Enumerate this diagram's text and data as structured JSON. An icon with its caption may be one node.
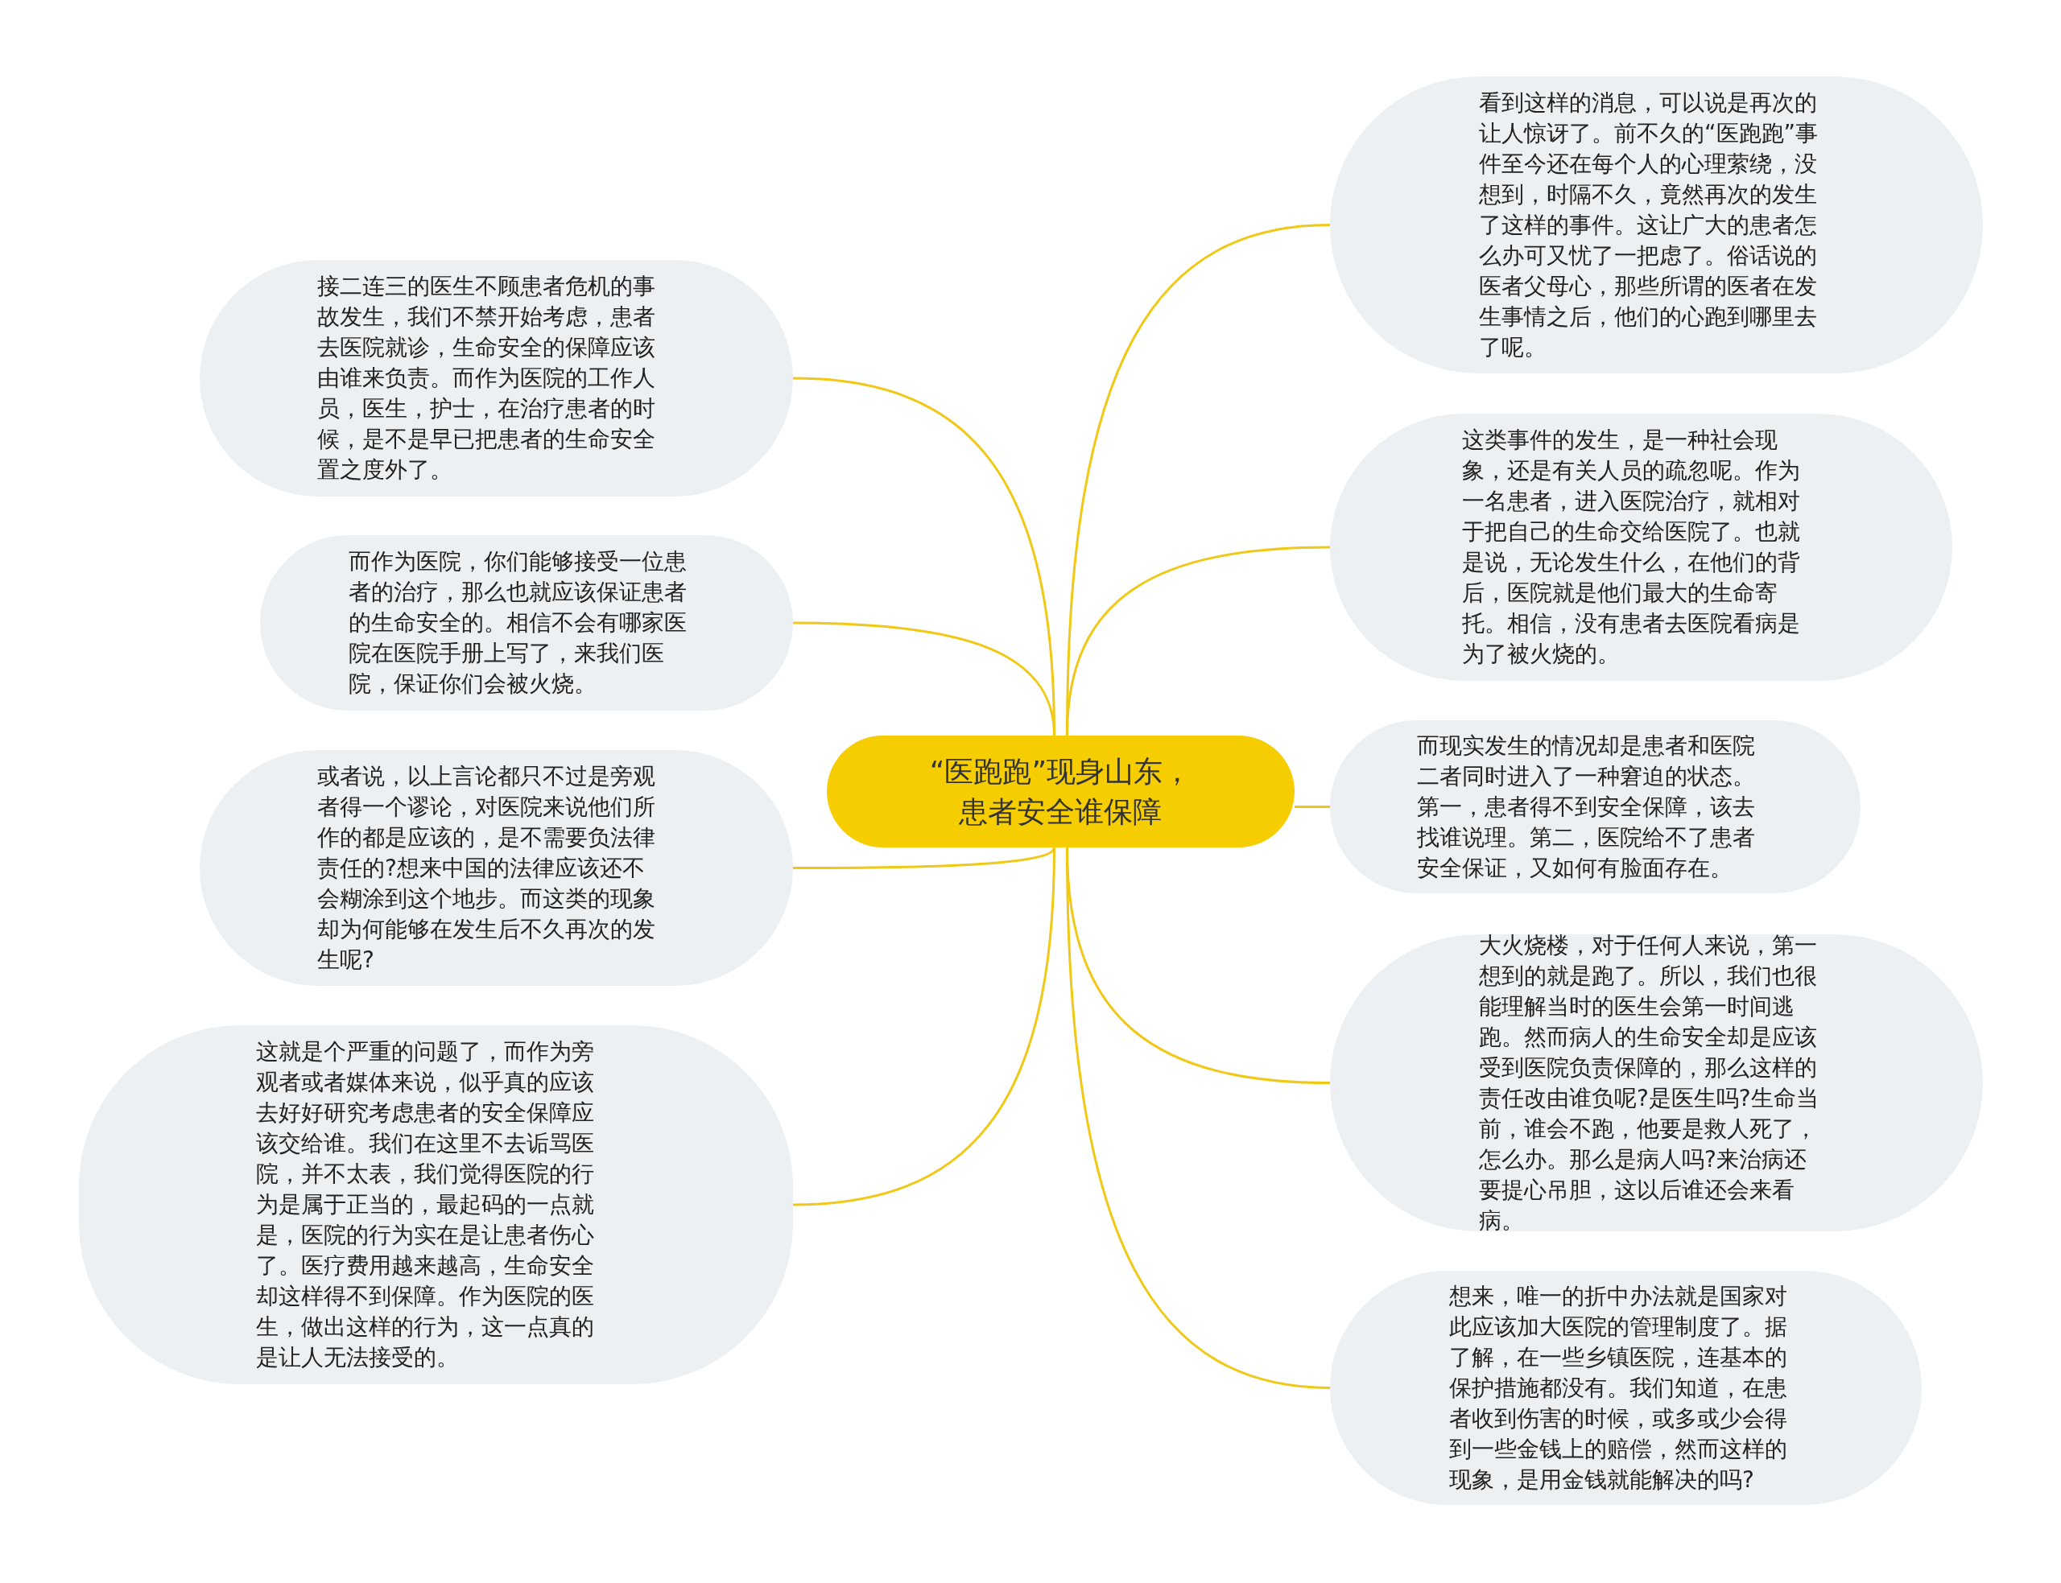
{
  "diagram": {
    "nodes": [
      {
        "text": [
          "“医跑跑”现身山东，患者安全谁保障"
        ]
      },
      {
        "text": [
          "接二连三的医生不顾患者危机的事故发生，我们不禁开始考虑，患者去医院就诊，生命安全的保障应该由谁来负责。而作为医院的工作人员，医生，护士，在治疗患者的时候，是不是早已把患者的生命安全置之度外了。"
        ]
      },
      {
        "text": [
          "而作为医院，你们能够接受一位患者的治疗，那么也就应该保证患者的生命安全的。相信不会有哪家医院在医院手册上写了，来我们医院，保证你们会被火烧。"
        ]
      },
      {
        "text": [
          "或者说，以上言论都只不过是旁观者得一个谬论，对医院来说他们所作的都是应该的，是不需要负法律责任的?想来中国的法律应该还不会糊涂到这个地步。而这类的现象却为何能够在发生后不久再次的发生呢?"
        ]
      },
      {
        "text": [
          "这就是个严重的问题了，而作为旁观者或者媒体来说，似乎真的应该去好好研究考虑患者的安全保障应该交给谁。我们在这里不去诟骂医院，并不太表，我们觉得医院的行为是属于正当的，最起码的一点就是，医院的行为实在是让患者伤心了。医疗费用越来越高，生命安全却这样得不到保障。作为医院的医生，做出这样的行为，这一点真的是让人无法接受的。"
        ]
      },
      {
        "text": [
          "看到这样的消息，可以说是再次的让人惊讶了。前不久的“医跑跑”事件至今还在每个人的心理萦绕，没想到，时隔不久，竟然再次的发生了这样的事件。这让广大的患者怎么办可又忧了一把虑了。俗话说的医者父母心，那些所谓的医者在发生事情之后，他们的心跑到哪里去了呢。"
        ]
      },
      {
        "text": [
          "这类事件的发生，是一种社会现象，还是有关人员的疏忽呢。作为一名患者，进入医院治疗，就相对于把自己的生命交给医院了。也就是说，无论发生什么，在他们的背后，医院就是他们最大的生命寄托。相信，没有患者去医院看病是为了被火烧的。"
        ]
      },
      {
        "text": [
          "而现实发生的情况却是患者和医院二者同时进入了一种窘迫的状态。第一，患者得不到安全保障，该去找谁说理。第二，医院给不了患者安全保证，又如何有脸面存在。"
        ]
      },
      {
        "text": [
          "大火烧楼，对于任何人来说，第一想到的就是跑了。所以，我们也很能理解当时的医生会第一时间逃跑。然而病人的生命安全却是应该受到医院负责保障的，那么这样的责任改由谁负呢?是医生吗?生命当前，谁会不跑，他要是救人死了，怎么办。那么是病人吗?来治病还要提心吊胆，这以后谁还会来看病。"
        ]
      },
      {
        "text": [
          "想来，唯一的折中办法就是国家对此应该加大医院的管理制度了。据了解，在一些乡镇医院，连基本的保护措施都没有。我们知道，在患者收到伤害的时候，或多或少会得到一些金钱上的赔偿，然而这样的现象，是用金钱就能解决的吗?"
        ]
      }
    ],
    "edges": [
      {
        "from": 0,
        "to": 1,
        "arrow": "none"
      },
      {
        "from": 0,
        "to": 2,
        "arrow": "none"
      },
      {
        "from": 0,
        "to": 3,
        "arrow": "none"
      },
      {
        "from": 0,
        "to": 4,
        "arrow": "none"
      },
      {
        "from": 0,
        "to": 5,
        "arrow": "none"
      },
      {
        "from": 0,
        "to": 6,
        "arrow": "none"
      },
      {
        "from": 0,
        "to": 7,
        "arrow": "none"
      },
      {
        "from": 0,
        "to": 8,
        "arrow": "none"
      },
      {
        "from": 0,
        "to": 9,
        "arrow": "none"
      }
    ]
  }
}
